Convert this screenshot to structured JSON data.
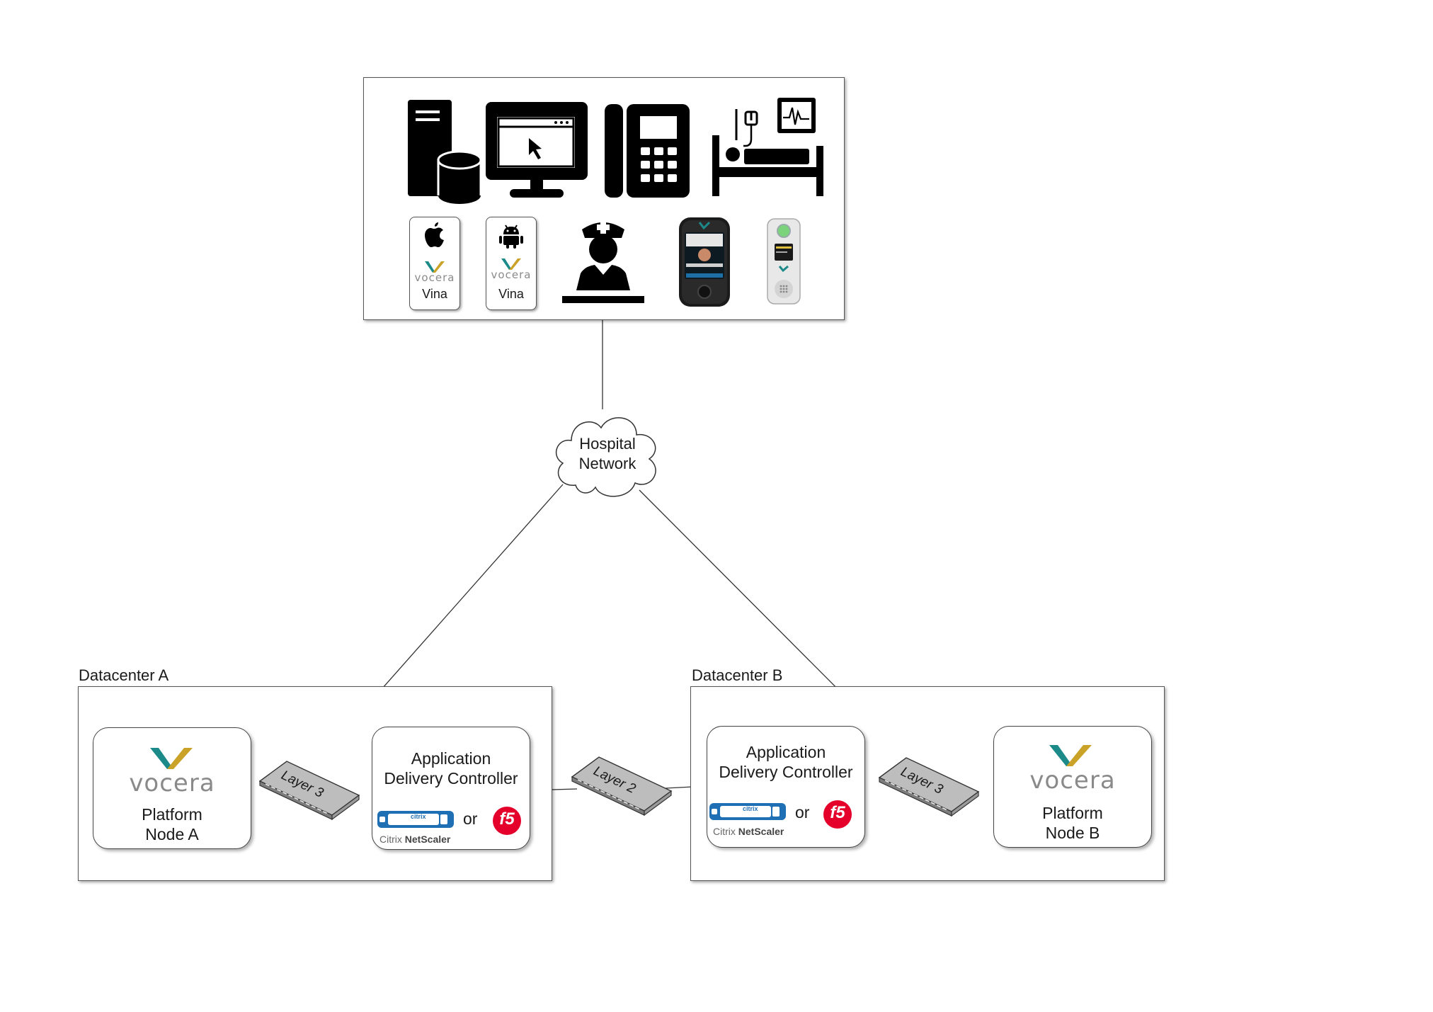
{
  "network": {
    "line1": "Hospital",
    "line2": "Network"
  },
  "datacenter_a": {
    "label": "Datacenter A",
    "node_line1": "Platform",
    "node_line2": "Node A",
    "switch_label": "Layer 3",
    "adc_line1": "Application",
    "adc_line2": "Delivery Controller",
    "or": "or"
  },
  "datacenter_b": {
    "label": "Datacenter B",
    "node_line1": "Platform",
    "node_line2": "Node B",
    "switch_label": "Layer 3",
    "adc_line1": "Application",
    "adc_line2": "Delivery Controller",
    "or": "or"
  },
  "interlink_switch_label": "Layer 2",
  "devices": {
    "ios_app": "Vina",
    "android_app": "Vina"
  },
  "logos": {
    "vocera": "vocera",
    "citrix_prefix": "Citrix ",
    "citrix_bold": "NetScaler",
    "citrix_badge": "citrix",
    "f5": "f5"
  },
  "icons": [
    "server-database-icon",
    "computer-monitor-icon",
    "desk-phone-icon",
    "patient-monitor-bed-icon",
    "apple-icon",
    "android-icon",
    "nurse-icon",
    "vocera-smartbadge-icon",
    "vocera-badge-icon"
  ],
  "colors": {
    "vocera_teal": "#1d8a8a",
    "vocera_gold": "#c9a227",
    "f5_red": "#e4002b",
    "citrix_blue": "#1f6fb5"
  }
}
